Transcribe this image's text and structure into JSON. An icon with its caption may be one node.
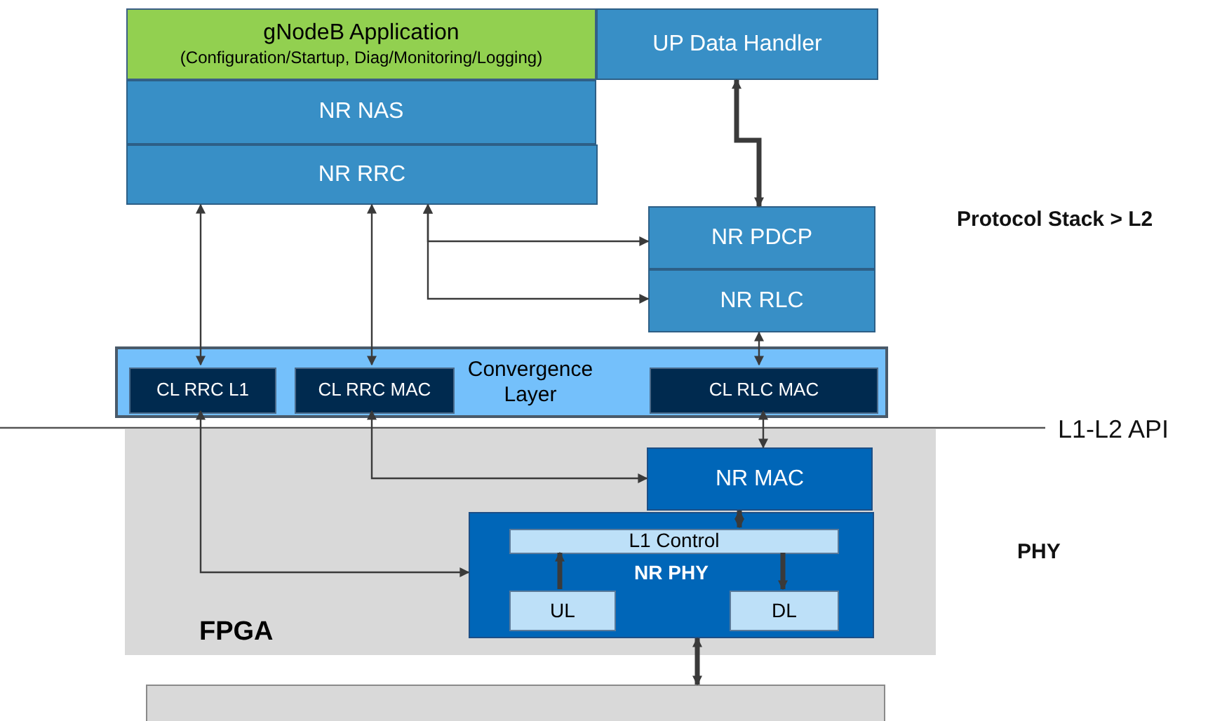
{
  "diagram": {
    "nodes": [
      {
        "text": [
          "gNodeB Application",
          "(Configuration/Startup, Diag/Monitoring/Logging)"
        ]
      },
      {
        "text": [
          "UP Data Handler"
        ]
      },
      {
        "text": [
          "NR NAS"
        ]
      },
      {
        "text": [
          "NR RRC"
        ]
      },
      {
        "text": [
          "NR PDCP"
        ]
      },
      {
        "text": [
          "NR RLC"
        ]
      },
      {
        "text": [
          "Convergence Layer"
        ]
      },
      {
        "text": [
          "CL RRC L1"
        ],
        "in": 6
      },
      {
        "text": [
          "CL RRC MAC"
        ],
        "in": 6
      },
      {
        "text": [
          "CL RLC MAC"
        ],
        "in": 6
      },
      {
        "text": [
          "FPGA"
        ]
      },
      {
        "text": [
          "NR MAC"
        ],
        "in": 10
      },
      {
        "text": [
          "NR PHY"
        ],
        "in": 10
      },
      {
        "text": [
          "L1 Control"
        ],
        "in": 12
      },
      {
        "text": [
          "UL"
        ],
        "in": 12
      },
      {
        "text": [
          "DL"
        ],
        "in": 12
      },
      {
        "text": [],
        "shape": "box"
      }
    ],
    "edges": [
      {
        "from": 1,
        "to": 4,
        "arrow": "both",
        "style": "thick"
      },
      {
        "from": 3,
        "to": 7,
        "arrow": "both"
      },
      {
        "from": 3,
        "to": 8,
        "arrow": "both"
      },
      {
        "from": 3,
        "to": 4,
        "arrow": "both"
      },
      {
        "from": 3,
        "to": 5,
        "arrow": "both"
      },
      {
        "from": 5,
        "to": 9,
        "arrow": "both"
      },
      {
        "from": 7,
        "to": 12,
        "arrow": "both"
      },
      {
        "from": 8,
        "to": 11,
        "arrow": "both"
      },
      {
        "from": 9,
        "to": 11,
        "arrow": "both"
      },
      {
        "from": 11,
        "to": 13,
        "arrow": "both",
        "style": "thick"
      },
      {
        "from": 14,
        "to": 13,
        "arrow": "to",
        "style": "thick"
      },
      {
        "from": 13,
        "to": 15,
        "arrow": "to",
        "style": "thick"
      },
      {
        "from": 12,
        "to": 16,
        "arrow": "both",
        "style": "thick"
      }
    ],
    "labels": [
      "Protocol Stack > L2",
      "L1-L2 API",
      "PHY"
    ]
  }
}
